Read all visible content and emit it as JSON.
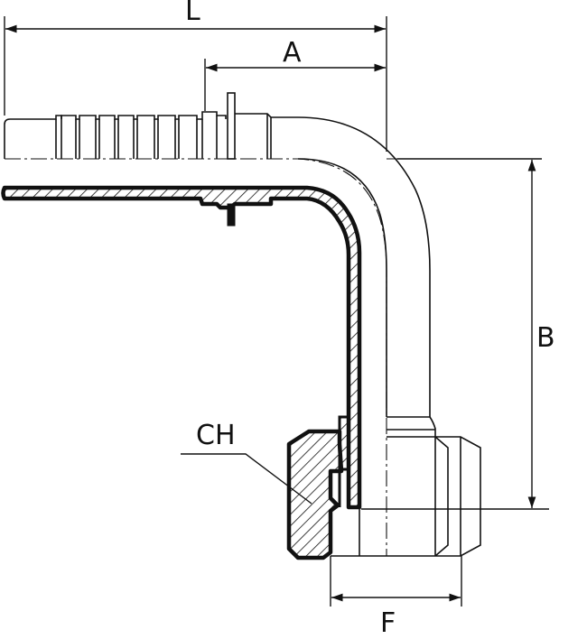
{
  "dimensions": {
    "L": "L",
    "A": "A",
    "B": "B",
    "CH": "CH",
    "F": "F"
  },
  "colors": {
    "line": "#111111",
    "background": "#ffffff"
  }
}
